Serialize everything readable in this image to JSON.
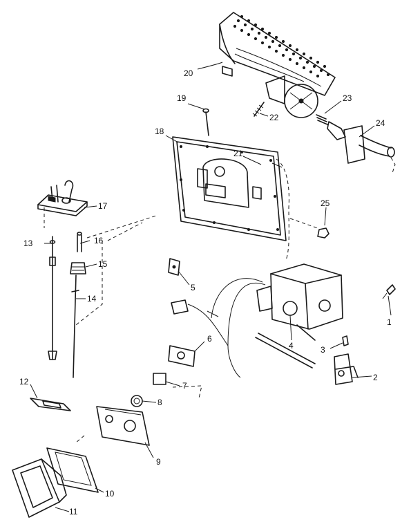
{
  "callouts": [
    "1",
    "2",
    "3",
    "4",
    "5",
    "6",
    "7",
    "8",
    "9",
    "10",
    "11",
    "12",
    "13",
    "14",
    "15",
    "16",
    "17",
    "18",
    "19",
    "20",
    "21",
    "22",
    "23",
    "24",
    "25"
  ],
  "colors": {
    "ink": "#1a1a1a",
    "background": "#ffffff"
  }
}
